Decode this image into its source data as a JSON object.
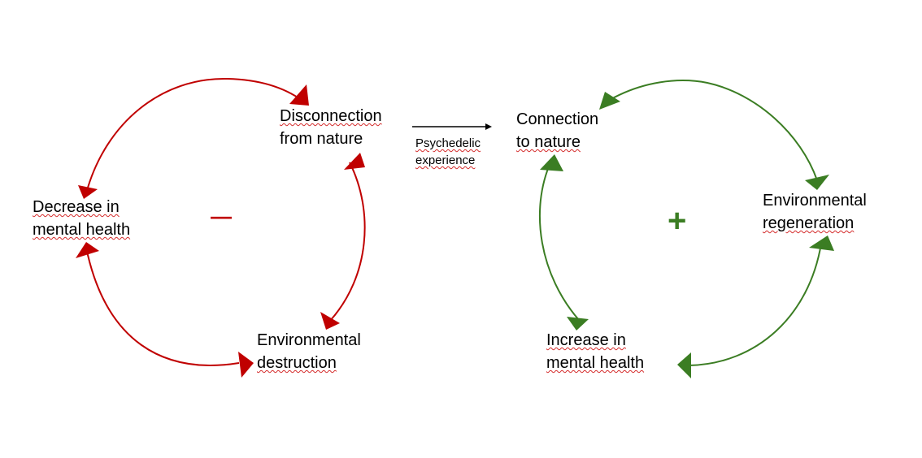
{
  "colors": {
    "negative": "#c00000",
    "positive": "#3b7d23",
    "arrow": "#000000"
  },
  "nodes": {
    "disconnection": {
      "line1": "Disconnection",
      "line2": "from nature"
    },
    "decrease": {
      "line1": "Decrease in",
      "line2": "mental health"
    },
    "destruction": {
      "line1": "Environmental",
      "line2": "destruction"
    },
    "connection": {
      "line1": "Connection",
      "line2": "to nature"
    },
    "regeneration": {
      "line1": "Environmental",
      "line2": "regeneration"
    },
    "increase": {
      "line1": "Increase in",
      "line2": "mental health"
    }
  },
  "transition": {
    "line1": "Psychedelic",
    "line2": "experience"
  },
  "loops": {
    "negative_sign": "—",
    "positive_sign": "+"
  }
}
